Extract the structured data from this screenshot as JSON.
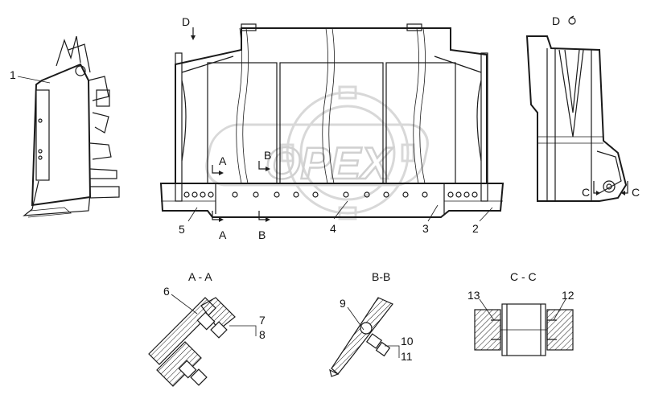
{
  "watermark": "OPEX",
  "view_labels": {
    "view_d": "D",
    "view_d_rot": "D",
    "arrow_a_top": "A",
    "arrow_a_bottom": "A",
    "arrow_b_top": "B",
    "arrow_b_bottom": "B",
    "arrow_c_left": "C",
    "arrow_c_right": "C"
  },
  "section_titles": {
    "aa": "A - A",
    "bb": "B-B",
    "cc": "C - C"
  },
  "callouts": {
    "p1": "1",
    "p2": "2",
    "p3": "3",
    "p4": "4",
    "p5": "5",
    "p6": "6",
    "p7": "7",
    "p8": "8",
    "p9": "9",
    "p10": "10",
    "p11": "11",
    "p12": "12",
    "p13": "13"
  }
}
